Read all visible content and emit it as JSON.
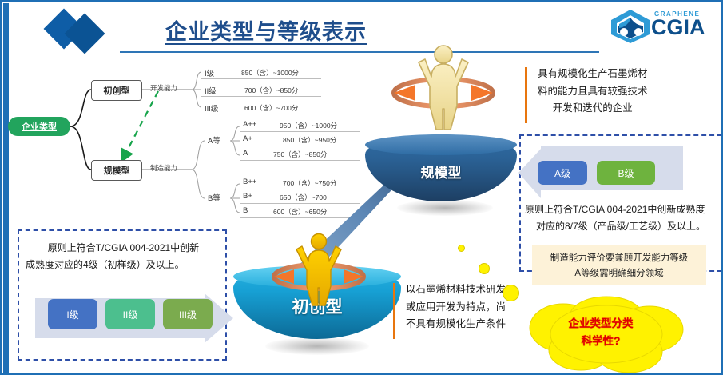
{
  "slide": {
    "title": "企业类型与等级表示",
    "accent_blue": "#1F6FB5",
    "title_color": "#1F4E8C"
  },
  "logo": {
    "diamond_name": "blue-diamonds-logo",
    "cgia_graphene": "GRAPHENE",
    "cgia_name": "CGIA"
  },
  "mindmap": {
    "root": "企业类型",
    "branches": [
      {
        "type": "初创型",
        "capability": "开发能力",
        "grades": [
          {
            "level": "I级",
            "score": "850（含）~1000分"
          },
          {
            "level": "II级",
            "score": "700（含）~850分"
          },
          {
            "level": "III级",
            "score": "600（含）~700分"
          }
        ]
      },
      {
        "type": "规模型",
        "capability": "制造能力",
        "groups": [
          {
            "name": "A等",
            "grades": [
              {
                "level": "A++",
                "score": "950（含）~1000分"
              },
              {
                "level": "A+",
                "score": "850（含）~950分"
              },
              {
                "level": "A",
                "score": "750（含）~850分"
              }
            ]
          },
          {
            "name": "B等",
            "grades": [
              {
                "level": "B++",
                "score": "700（含）~750分"
              },
              {
                "level": "B+",
                "score": "650（含）~700"
              },
              {
                "level": "B",
                "score": "600（含）~650分"
              }
            ]
          }
        ]
      }
    ]
  },
  "figures": {
    "top_bowl_label": "规模型",
    "bottom_bowl_label": "初创型"
  },
  "callouts": {
    "scale_desc": {
      "line1": "具有规模化生产石墨烯材",
      "line2": "料的能力且具有较强技术",
      "line3": "开发和迭代的企业"
    },
    "startup_desc": {
      "line1": "以石墨烯材料技术研发",
      "line2": "或应用开发为特点，尚",
      "line3": "不具有规模化生产条件"
    },
    "startup_box": {
      "line1": "原则上符合T/CGIA 004-2021中创新",
      "line2": "成熟度对应的4级（初样级）及以上。",
      "chips": [
        {
          "label": "I级",
          "color": "#4472C4"
        },
        {
          "label": "II级",
          "color": "#4CBF8E"
        },
        {
          "label": "III级",
          "color": "#7BAB4E"
        }
      ]
    },
    "scale_box": {
      "chips": [
        {
          "label": "A级",
          "color": "#4472C4"
        },
        {
          "label": "B级",
          "color": "#6EB33E"
        }
      ],
      "line1": "原则上符合T/CGIA 004-2021中创新成熟度",
      "line2": "对应的8/7级（产品级/工艺级）及以上。",
      "note_line1": "制造能力评价要兼顾开发能力等级",
      "note_line2": "A等级需明确细分领域"
    }
  },
  "cloud": {
    "line1": "企业类型分类",
    "line2": "科学性?"
  }
}
